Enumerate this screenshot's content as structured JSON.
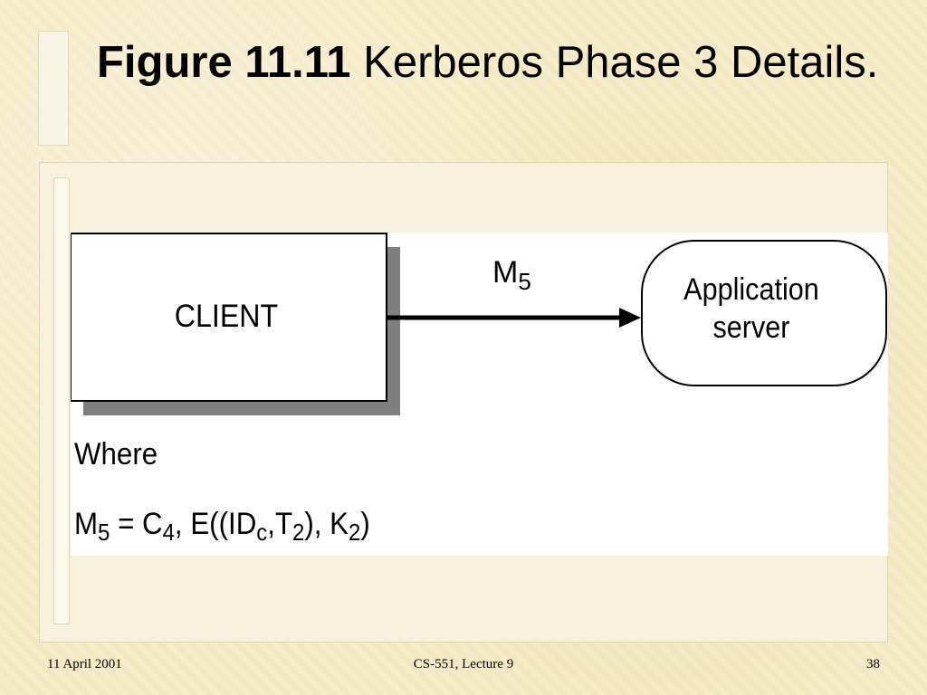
{
  "slide": {
    "title_bold": "Figure 11.11",
    "title_rest": " Kerberos Phase 3 Details."
  },
  "diagram": {
    "client_label": "CLIENT",
    "message_label": "M",
    "message_sub": "5",
    "server_line1": "Application",
    "server_line2": "server",
    "where_label": "Where",
    "equation": {
      "m": "M",
      "m_sub": "5",
      "eq": " = C",
      "c_sub": "4",
      "e_open": ", E((ID",
      "id_sub": "c",
      "t": ",T",
      "t_sub": "2",
      "k_open": "), K",
      "k_sub": "2",
      "close": ")"
    }
  },
  "footer": {
    "date": "11 April 2001",
    "course": "CS-551, Lecture 9",
    "page": "38"
  },
  "colors": {
    "background": "#f6ebc6",
    "shadow": "#7f7f7f"
  }
}
